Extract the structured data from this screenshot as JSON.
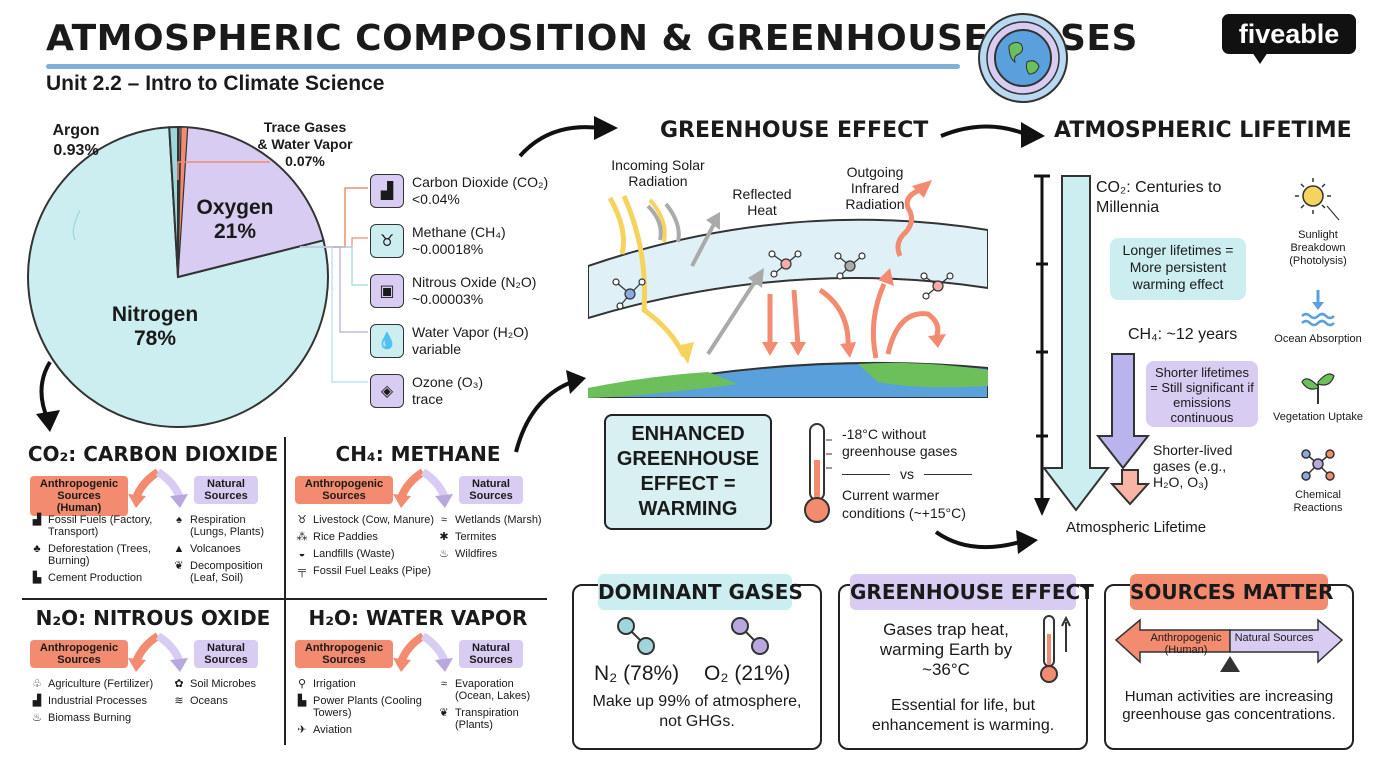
{
  "header": {
    "title": "ATMOSPHERIC COMPOSITION & GREENHOUSE GASES",
    "subtitle": "Unit 2.2 – Intro to Climate Science",
    "brand": "fiveable"
  },
  "pie": {
    "labels": {
      "argon_name": "Argon",
      "argon_pct": "0.93%",
      "trace_name": "Trace Gases",
      "trace_name2": "& Water Vapor",
      "trace_pct": "0.07%",
      "oxygen_name": "Oxygen",
      "oxygen_pct": "21%",
      "nitrogen_name": "Nitrogen",
      "nitrogen_pct": "78%"
    },
    "colors": {
      "nitrogen": "#cdeef0",
      "oxygen": "#d9ccf2",
      "argon": "#9fd6dc",
      "trace": "#f28b6f"
    }
  },
  "chart_data": {
    "type": "pie",
    "categories": [
      "Nitrogen",
      "Oxygen",
      "Argon",
      "Trace Gases & Water Vapor"
    ],
    "values": [
      78,
      21,
      0.93,
      0.07
    ]
  },
  "trace_list": [
    {
      "name": "Carbon Dioxide (CO₂)",
      "value": "<0.04%",
      "icon": "factory-icon"
    },
    {
      "name": "Methane (CH₄)",
      "value": "~0.00018%",
      "icon": "cow-icon"
    },
    {
      "name": "Nitrous Oxide (N₂O)",
      "value": "~0.00003%",
      "icon": "fertilizer-bag-icon"
    },
    {
      "name": "Water Vapor (H₂O)",
      "value": "variable",
      "icon": "water-drop-icon"
    },
    {
      "name": "Ozone (O₃)",
      "value": "trace",
      "icon": "shield-icon"
    }
  ],
  "gases": {
    "co2": {
      "title": "CO₂: CARBON DIOXIDE",
      "anthro": "Anthropogenic Sources (Human)",
      "natural": "Natural Sources",
      "anthro_items": [
        {
          "icon": "factory-icon",
          "glyph": "▟",
          "text": "Fossil Fuels (Factory, Transport)"
        },
        {
          "icon": "tree-icon",
          "glyph": "♣",
          "text": "Deforestation (Trees, Burning)"
        },
        {
          "icon": "cement-plant-icon",
          "glyph": "▙",
          "text": "Cement Production"
        }
      ],
      "natural_items": [
        {
          "icon": "lungs-icon",
          "glyph": "♠",
          "text": "Respiration (Lungs, Plants)"
        },
        {
          "icon": "volcano-icon",
          "glyph": "▲",
          "text": "Volcanoes"
        },
        {
          "icon": "leaf-icon",
          "glyph": "❦",
          "text": "Decomposition (Leaf, Soil)"
        }
      ]
    },
    "ch4": {
      "title": "CH₄: METHANE",
      "anthro": "Anthropogenic Sources",
      "natural": "Natural Sources",
      "anthro_items": [
        {
          "icon": "cow-icon",
          "glyph": "♉",
          "text": "Livestock (Cow, Manure)"
        },
        {
          "icon": "rice-icon",
          "glyph": "⁂",
          "text": "Rice Paddies"
        },
        {
          "icon": "landfill-icon",
          "glyph": "◒",
          "text": "Landfills (Waste)"
        },
        {
          "icon": "pipe-icon",
          "glyph": "╤",
          "text": "Fossil Fuel Leaks (Pipe)"
        }
      ],
      "natural_items": [
        {
          "icon": "wetland-icon",
          "glyph": "≈",
          "text": "Wetlands (Marsh)"
        },
        {
          "icon": "termite-icon",
          "glyph": "✱",
          "text": "Termites"
        },
        {
          "icon": "fire-icon",
          "glyph": "♨",
          "text": "Wildfires"
        }
      ]
    },
    "n2o": {
      "title": "N₂O: NITROUS OXIDE",
      "anthro": "Anthropogenic Sources",
      "natural": "Natural Sources",
      "anthro_items": [
        {
          "icon": "fertilizer-icon",
          "glyph": "♧",
          "text": "Agriculture (Fertilizer)"
        },
        {
          "icon": "factory-icon",
          "glyph": "▟",
          "text": "Industrial Processes"
        },
        {
          "icon": "fire-icon",
          "glyph": "♨",
          "text": "Biomass Burning"
        }
      ],
      "natural_items": [
        {
          "icon": "microbe-icon",
          "glyph": "✿",
          "text": "Soil Microbes"
        },
        {
          "icon": "wave-icon",
          "glyph": "≋",
          "text": "Oceans"
        }
      ]
    },
    "h2o": {
      "title": "H₂O: WATER VAPOR",
      "anthro": "Anthropogenic Sources",
      "natural": "Natural Sources",
      "anthro_items": [
        {
          "icon": "sprinkler-icon",
          "glyph": "⚲",
          "text": "Irrigation"
        },
        {
          "icon": "cooling-tower-icon",
          "glyph": "▙",
          "text": "Power Plants (Cooling Towers)"
        },
        {
          "icon": "airplane-icon",
          "glyph": "✈",
          "text": "Aviation"
        }
      ],
      "natural_items": [
        {
          "icon": "evaporation-icon",
          "glyph": "≈",
          "text": "Evaporation (Ocean, Lakes)"
        },
        {
          "icon": "plant-icon",
          "glyph": "❦",
          "text": "Transpiration (Plants)"
        }
      ]
    }
  },
  "greenhouse": {
    "title": "GREENHOUSE EFFECT",
    "incoming": "Incoming Solar Radiation",
    "reflected": "Reflected Heat",
    "outgoing": "Outgoing Infrared Radiation",
    "enhanced": "ENHANCED GREENHOUSE EFFECT = WARMING",
    "temp_without": "-18°C without greenhouse gases",
    "vs": "vs",
    "temp_current": "Current warmer conditions (~+15°C)"
  },
  "lifetime": {
    "title": "ATMOSPHERIC LIFETIME",
    "co2": "CO₂: Centuries to Millennia",
    "longer": "Longer lifetimes = More persistent warming effect",
    "ch4": "CH₄: ~12 years",
    "shorter": "Shorter lifetimes = Still significant if emissions continuous",
    "short_lived": "Shorter-lived gases (e.g., H₂O, O₃)",
    "axis_label": "Atmospheric Lifetime",
    "sinks": [
      {
        "label": "Sunlight Breakdown (Photolysis)",
        "icon": "sun-icon"
      },
      {
        "label": "Ocean Absorption",
        "icon": "ocean-icon"
      },
      {
        "label": "Vegetation Uptake",
        "icon": "sprout-icon"
      },
      {
        "label": "Chemical Reactions",
        "icon": "molecule-icon"
      }
    ]
  },
  "summary": {
    "dominant": {
      "title": "DOMINANT GASES",
      "n2": "N₂ (78%)",
      "o2": "O₂ (21%)",
      "text": "Make up 99% of atmosphere, not GHGs."
    },
    "greenhouse": {
      "title": "GREENHOUSE EFFECT",
      "text1": "Gases trap heat, warming Earth by ~36°C",
      "text2": "Essential for life, but enhancement is warming."
    },
    "sources": {
      "title": "SOURCES MATTER",
      "anthro": "Anthropogenic (Human)",
      "natural": "Natural Sources",
      "text": "Human activities are increasing greenhouse gas concentrations."
    }
  }
}
